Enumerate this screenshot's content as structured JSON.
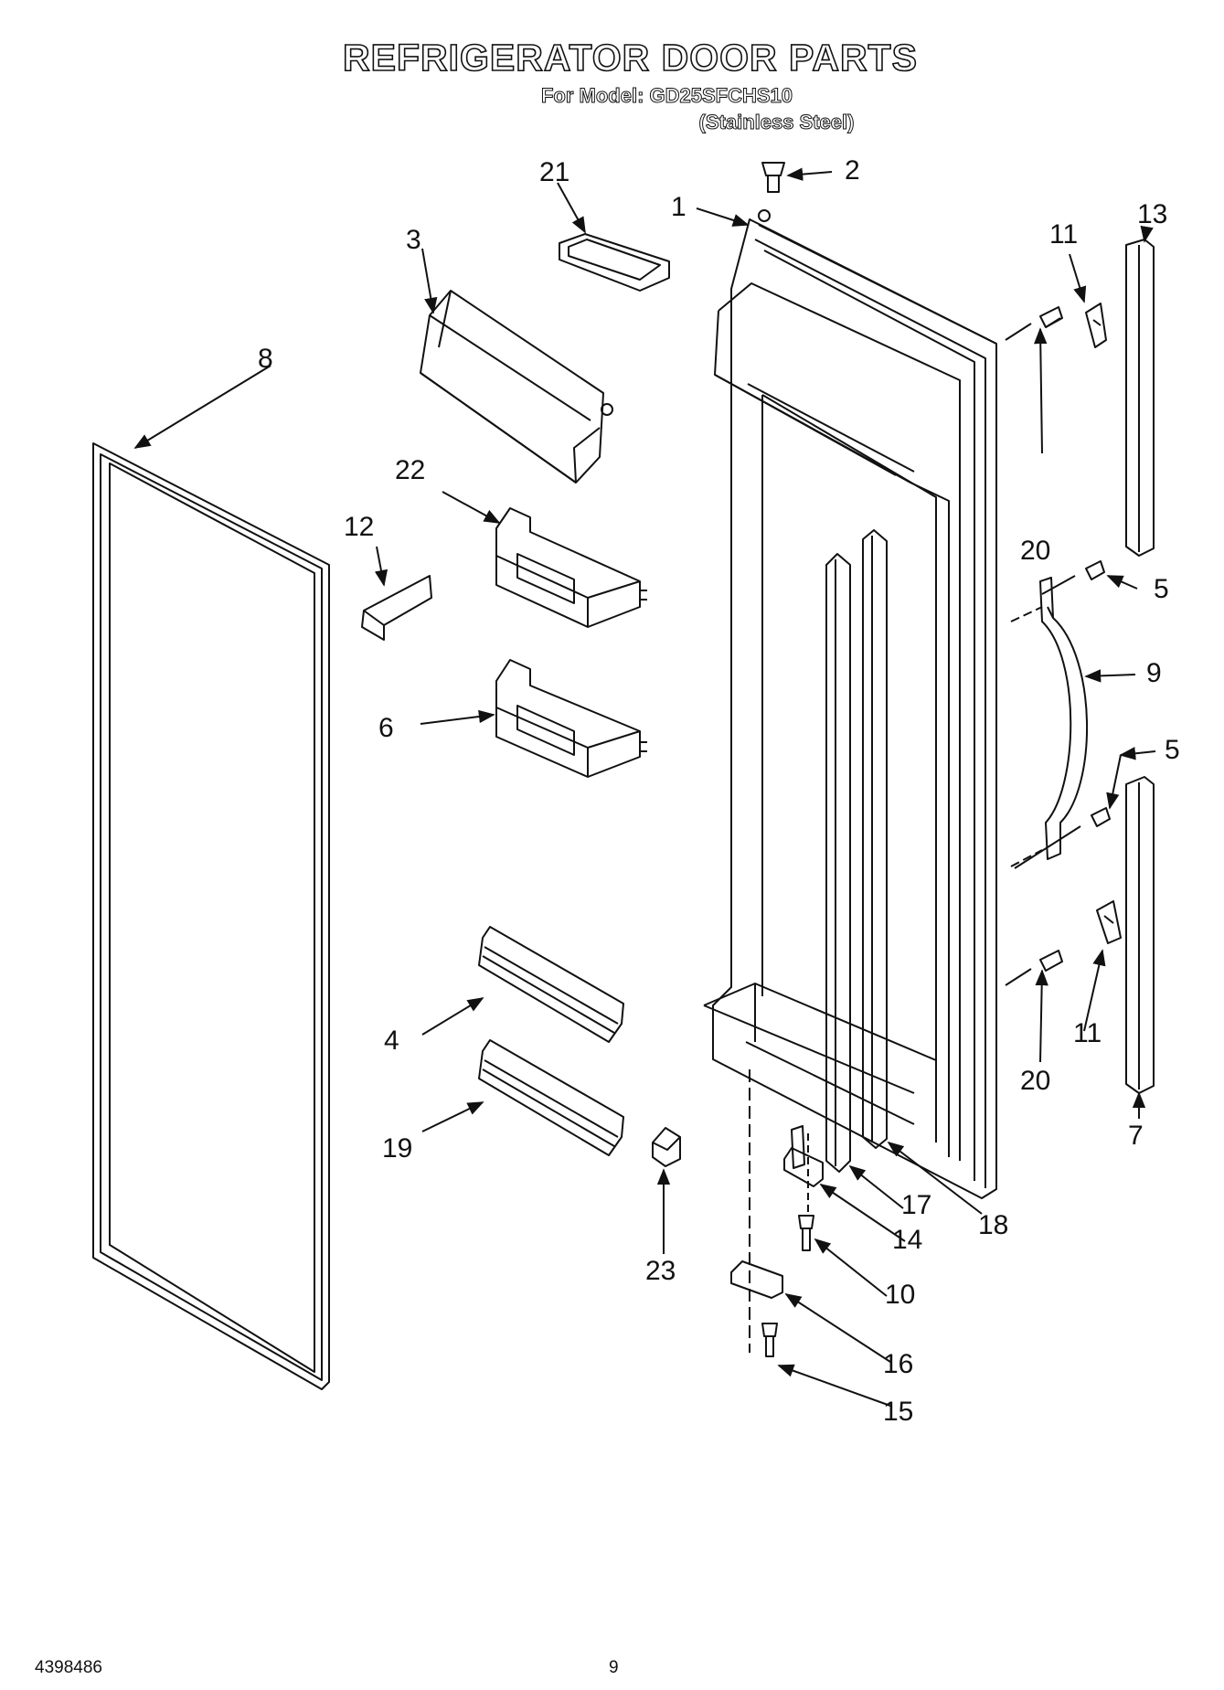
{
  "header": {
    "title": "REFRIGERATOR DOOR PARTS",
    "model_line": "For Model: GD25SFCHS10",
    "finish_line": "(Stainless Steel)"
  },
  "callouts": {
    "c1": "1",
    "c2": "2",
    "c3": "3",
    "c4": "4",
    "c5a": "5",
    "c5b": "5",
    "c6": "6",
    "c7": "7",
    "c8": "8",
    "c9": "9",
    "c10": "10",
    "c11a": "11",
    "c11b": "11",
    "c12": "12",
    "c13": "13",
    "c14": "14",
    "c15": "15",
    "c16": "16",
    "c17": "17",
    "c18": "18",
    "c19": "19",
    "c20a": "20",
    "c20b": "20",
    "c21": "21",
    "c22": "22",
    "c23": "23"
  },
  "footer": {
    "doc_number": "4398486",
    "page_number": "9"
  }
}
